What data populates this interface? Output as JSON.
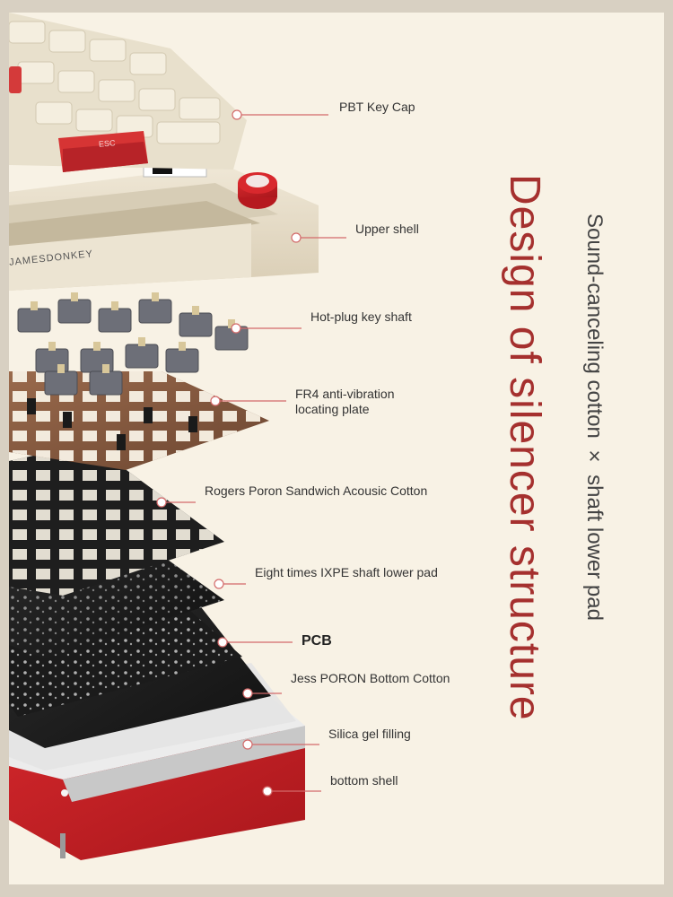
{
  "headline": "Design of silencer structure",
  "subline": "Sound-canceling cotton × shaft lower pad",
  "brand_text": "JAMESDONKEY",
  "keycap_legend": "ESC",
  "callouts": [
    {
      "id": "keycap",
      "label": "PBT Key Cap"
    },
    {
      "id": "upper-shell",
      "label": "Upper shell"
    },
    {
      "id": "key-shaft",
      "label": "Hot-plug key shaft"
    },
    {
      "id": "fr4-plate",
      "label": "FR4 anti-vibration",
      "label2": "locating plate"
    },
    {
      "id": "poron-sandwich",
      "label": "Rogers Poron Sandwich Acousic Cotton"
    },
    {
      "id": "ixpe-pad",
      "label": "Eight times IXPE shaft lower pad"
    },
    {
      "id": "pcb",
      "label": "PCB"
    },
    {
      "id": "bottom-cotton",
      "label": "Jess PORON Bottom Cotton"
    },
    {
      "id": "silica-gel",
      "label": "Silica gel filling"
    },
    {
      "id": "bottom-shell",
      "label": "bottom shell"
    }
  ],
  "colors": {
    "accent_red": "#a5302e",
    "leader_line": "#d36a6a",
    "background": "#f8f2e5"
  }
}
